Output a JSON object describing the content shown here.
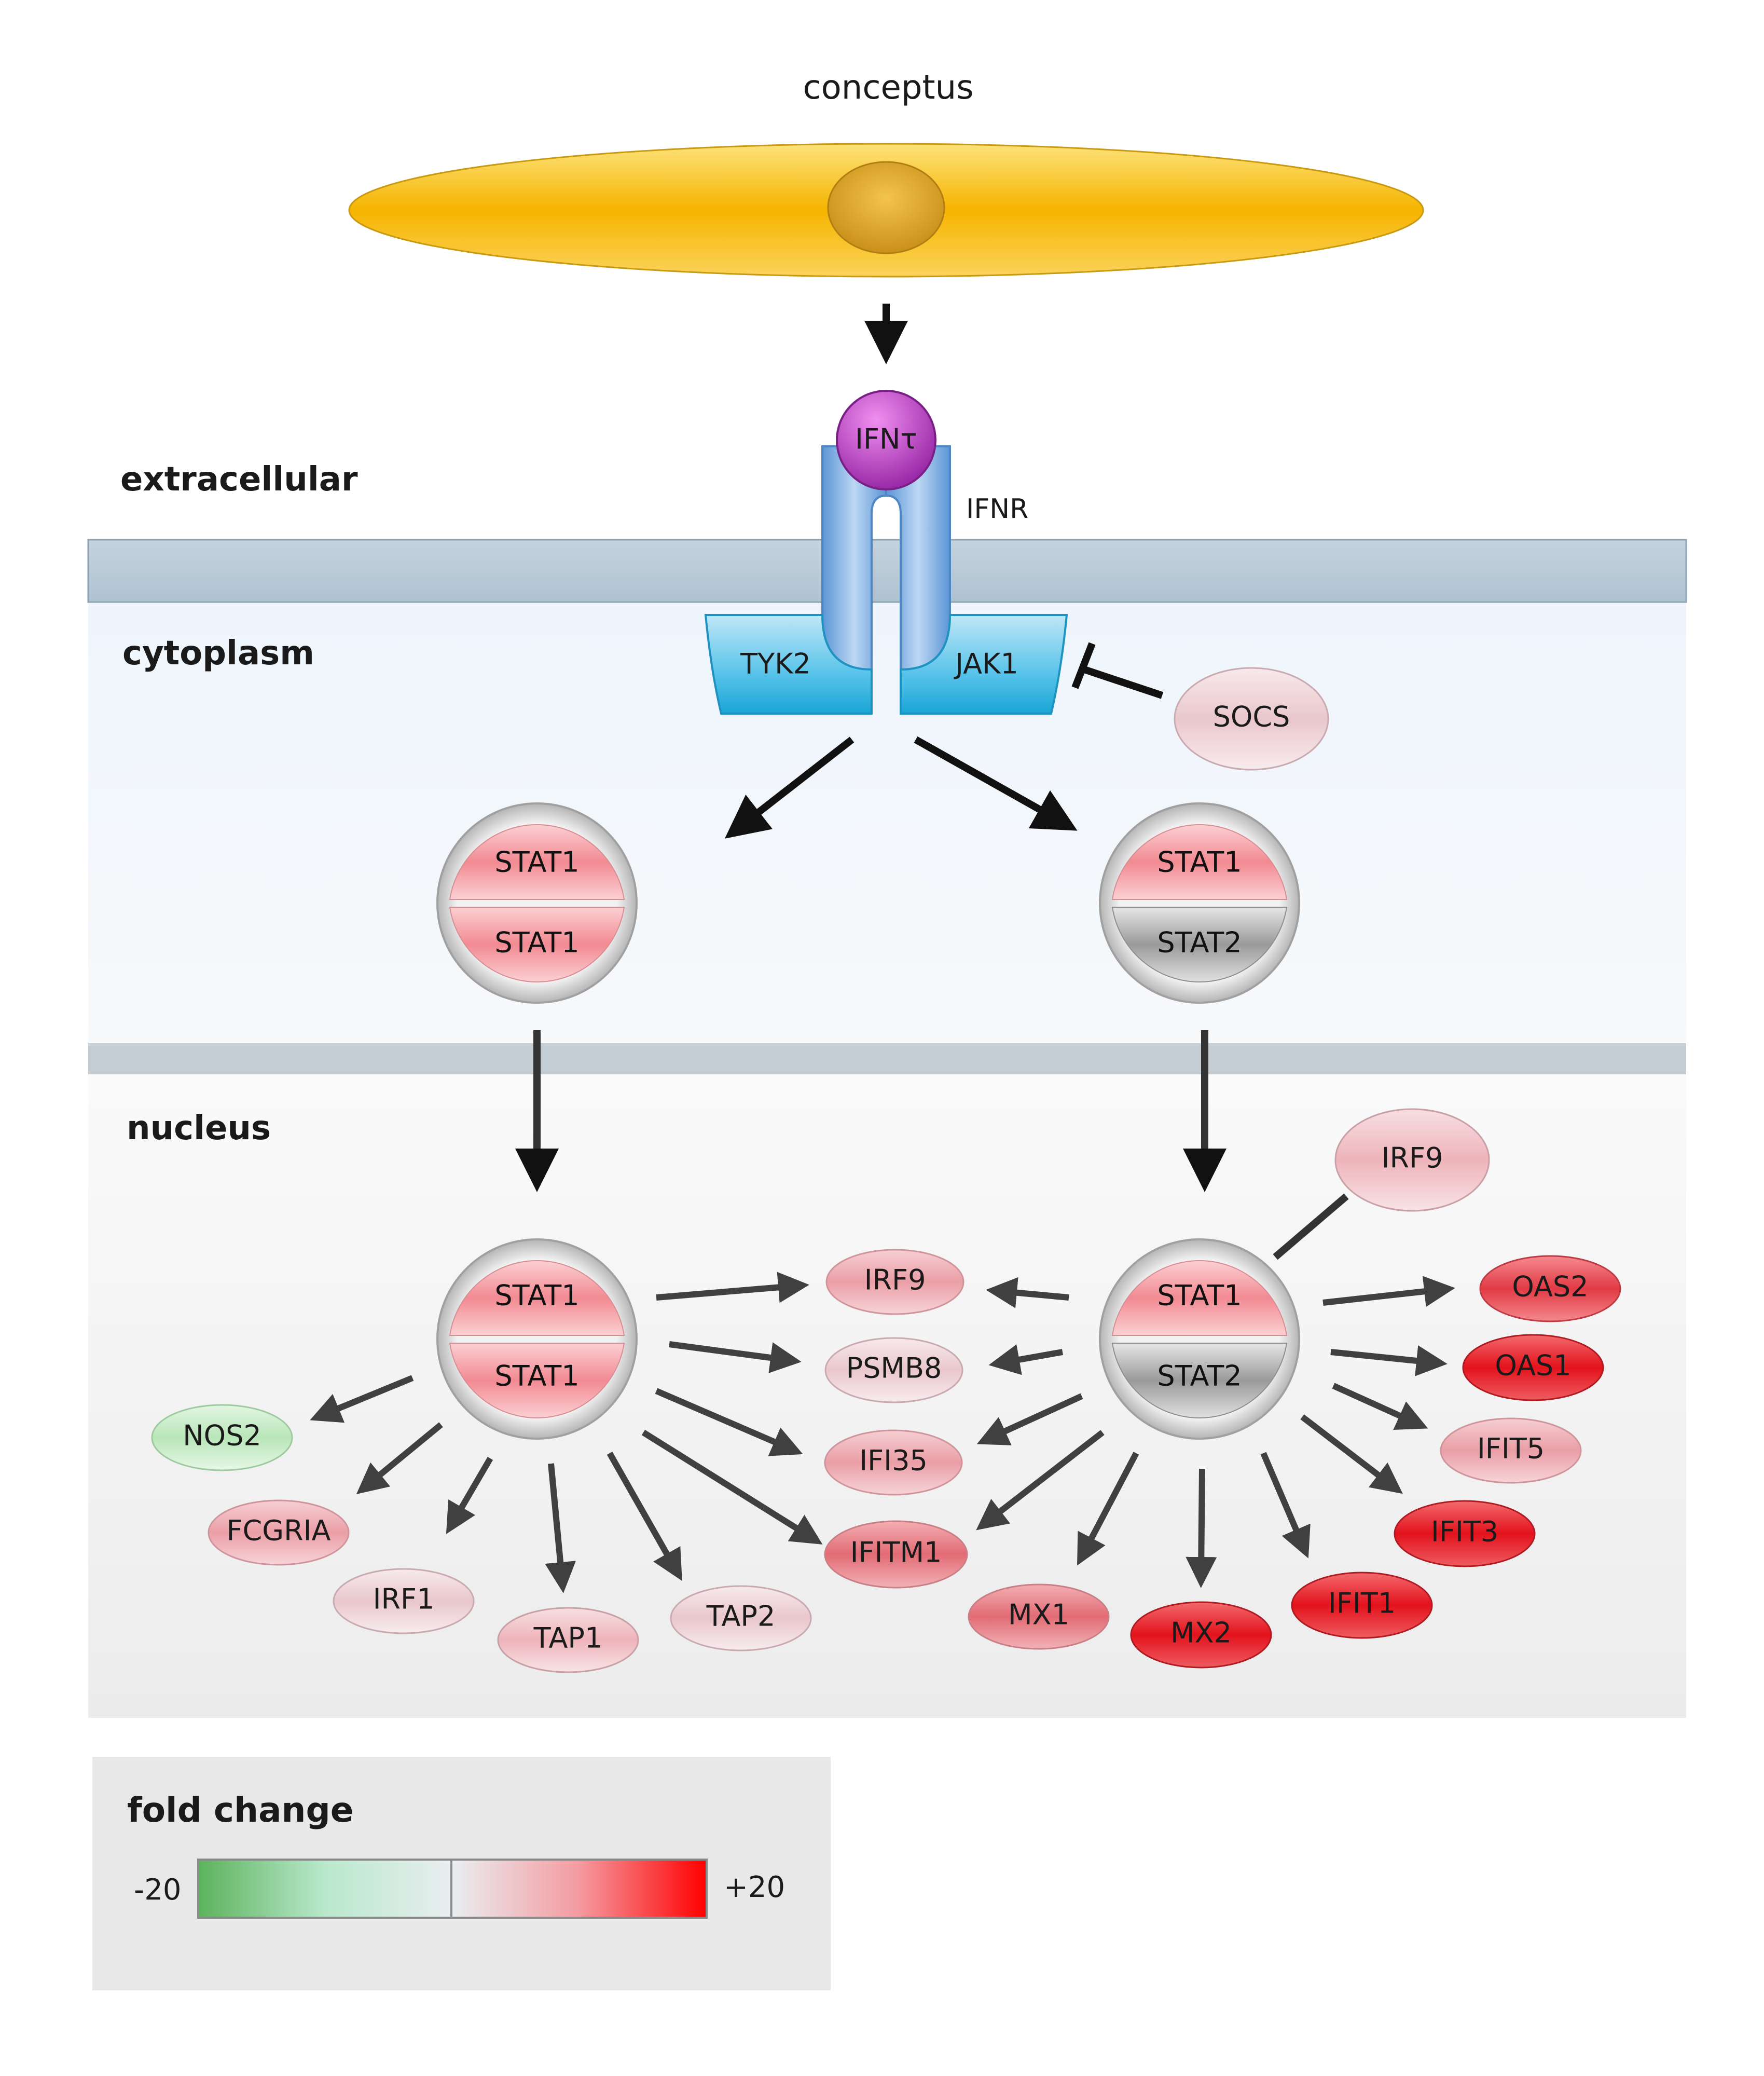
{
  "labels": {
    "conceptus": "conceptus",
    "extracellular": "extracellular",
    "cytoplasm": "cytoplasm",
    "nucleus": "nucleus",
    "ifn": "IFNτ",
    "ifnr": "IFNR",
    "tyk2": "TYK2",
    "jak1": "JAK1",
    "socs": "SOCS"
  },
  "complexes": {
    "cyto_left": {
      "top": "STAT1",
      "bottom": "STAT1"
    },
    "cyto_right": {
      "top": "STAT1",
      "bottom": "STAT2"
    },
    "nuc_left": {
      "top": "STAT1",
      "bottom": "STAT1"
    },
    "nuc_right": {
      "top": "STAT1",
      "bottom": "STAT2"
    }
  },
  "genes": {
    "irf9_top": "IRF9",
    "irf9": "IRF9",
    "psmb8": "PSMB8",
    "ifi35": "IFI35",
    "ifitm1": "IFITM1",
    "nos2": "NOS2",
    "fcgria": "FCGRIA",
    "irf1": "IRF1",
    "tap1": "TAP1",
    "tap2": "TAP2",
    "mx1": "MX1",
    "mx2": "MX2",
    "ifit1": "IFIT1",
    "ifit3": "IFIT3",
    "ifit5": "IFIT5",
    "oas1": "OAS1",
    "oas2": "OAS2"
  },
  "legend": {
    "title": "fold change",
    "min": "-20",
    "max": "+20"
  },
  "colors": {
    "down": "#5cb85c",
    "neutral": "#e8eef0",
    "up": "#ff0000",
    "conceptus": "#f5b800",
    "ifn": "#b040c0",
    "receptor": "#6fa8dc",
    "kinase": "#3fb6e0",
    "stat2_grey": "#9a9a9a"
  }
}
